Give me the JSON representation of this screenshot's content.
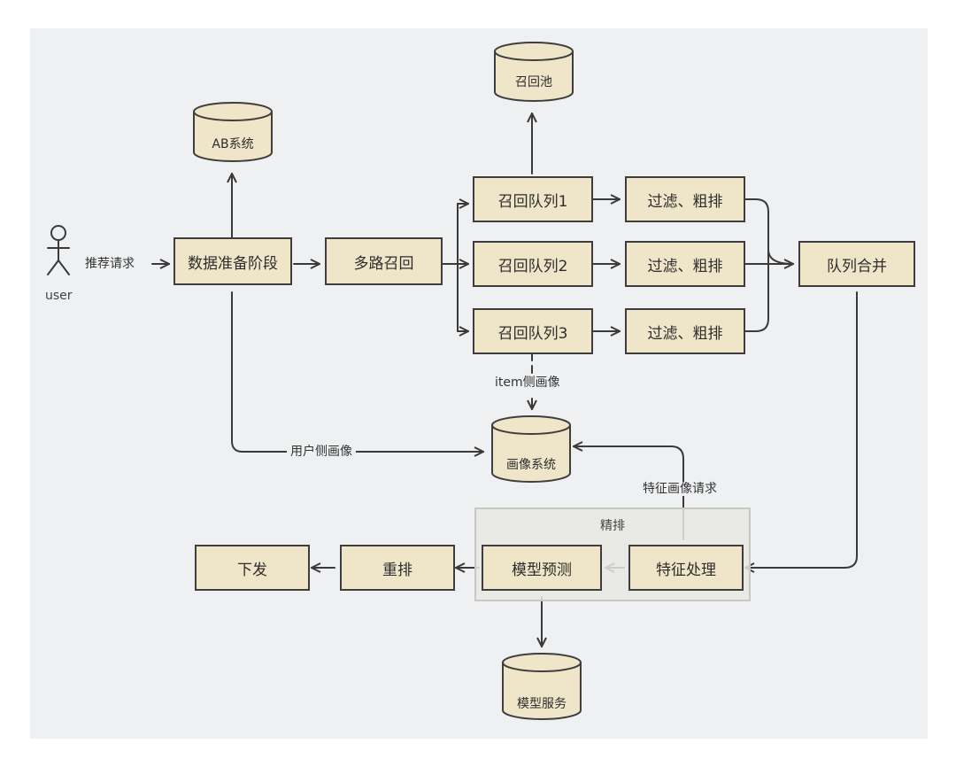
{
  "nodes": {
    "data_prep": "数据准备阶段",
    "multi_recall": "多路召回",
    "recall_queue_1": "召回队列1",
    "recall_queue_2": "召回队列2",
    "recall_queue_3": "召回队列3",
    "filter_1": "过滤、粗排",
    "filter_2": "过滤、粗排",
    "filter_3": "过滤、粗排",
    "queue_merge": "队列合并",
    "feature_proc": "特征处理",
    "model_predict": "模型预测",
    "rerank": "重排",
    "dispatch": "下发"
  },
  "group": {
    "label": "精排"
  },
  "databases": {
    "ab_system": "AB系统",
    "recall_pool": "召回池",
    "profile_system": "画像系统",
    "model_service": "模型服务"
  },
  "actor": {
    "label": "user"
  },
  "edge_labels": {
    "recommend_request": "推荐请求",
    "item_profile": "item侧画像",
    "user_profile": "用户侧画像",
    "feature_profile_request": "特征画像请求"
  },
  "colors": {
    "box_fill": "#efe5c8",
    "stroke": "#3e3e3e",
    "canvas": "#eff0f2"
  }
}
